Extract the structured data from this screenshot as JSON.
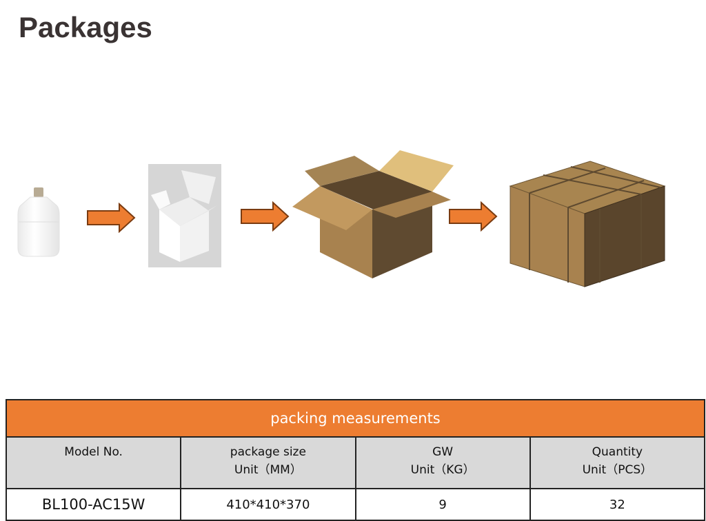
{
  "title": "Packages",
  "icons": [
    "bulb-image",
    "arrow-right-icon",
    "gift-box-image",
    "arrow-right-icon",
    "open-carton-image",
    "arrow-right-icon",
    "sealed-carton-image"
  ],
  "colors": {
    "accent": "#ed7d31",
    "header_bg": "#d9d9d9",
    "title": "#3a3333"
  },
  "table": {
    "title": "packing measurements",
    "headers": [
      {
        "line1": "Model No.",
        "line2": ""
      },
      {
        "line1": "package size",
        "line2": "Unit（MM）"
      },
      {
        "line1": "GW",
        "line2": "Unit（KG）"
      },
      {
        "line1": "Quantity",
        "line2": "Unit（PCS）"
      }
    ],
    "rows": [
      [
        "BL100-AC15W",
        "410*410*370",
        "9",
        "32"
      ]
    ]
  }
}
